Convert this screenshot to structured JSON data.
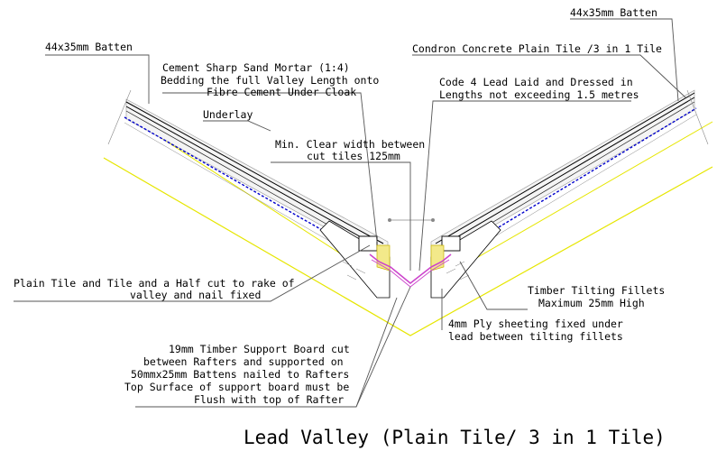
{
  "title": "Lead Valley (Plain Tile/ 3 in 1 Tile)",
  "labels": {
    "batten_left": "44x35mm Batten",
    "batten_right": "44x35mm Batten",
    "mortar": [
      "Cement Sharp Sand Mortar (1:4)",
      "Bedding the full Valley Length onto",
      "Fibre Cement Under Cloak"
    ],
    "underlay": "Underlay",
    "clear_width": [
      "Min. Clear width between",
      "cut tiles 125mm"
    ],
    "tile_type": "Condron Concrete Plain Tile /3 in 1 Tile",
    "lead": [
      "Code 4 Lead Laid and Dressed in",
      "Lengths not exceeding 1.5 metres"
    ],
    "cut_tile": [
      "Plain Tile and Tile and a Half cut to rake of",
      "valley and nail fixed"
    ],
    "fillets": [
      "Timber Tilting Fillets",
      "Maximum 25mm High"
    ],
    "ply": [
      "4mm Ply sheeting fixed under",
      "lead between tilting fillets"
    ],
    "support_board": [
      "19mm Timber Support Board cut",
      "between Rafters and supported on",
      "50mmx25mm Battens nailed to Rafters",
      "Top Surface of support board must be",
      "Flush with top of Rafter"
    ]
  },
  "colors": {
    "rafter_line": "#e6e600",
    "membrane": "#0000cc",
    "lead": "#cc44cc",
    "mortar": "#d4c000"
  }
}
